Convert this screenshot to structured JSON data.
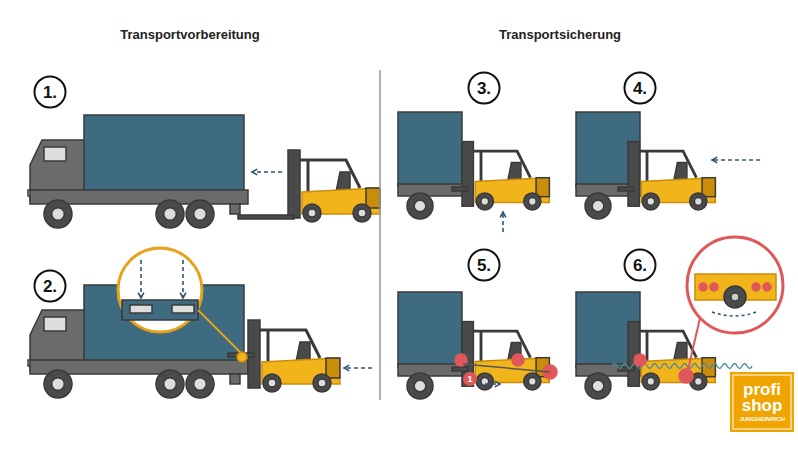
{
  "diagram": {
    "nodes": [
      {
        "text": [
          "1."
        ]
      },
      {
        "text": [
          "2."
        ]
      },
      {
        "text": [
          "3."
        ]
      },
      {
        "text": [
          "4."
        ]
      },
      {
        "text": [
          "5."
        ]
      },
      {
        "text": [
          "6."
        ]
      },
      {
        "text": [
          "1"
        ]
      },
      {
        "text": [
          "profi",
          "shop",
          "JUNGHEINRICH"
        ]
      }
    ],
    "labels": [
      "Transportvorbereitung",
      "Transportsicherung"
    ]
  }
}
